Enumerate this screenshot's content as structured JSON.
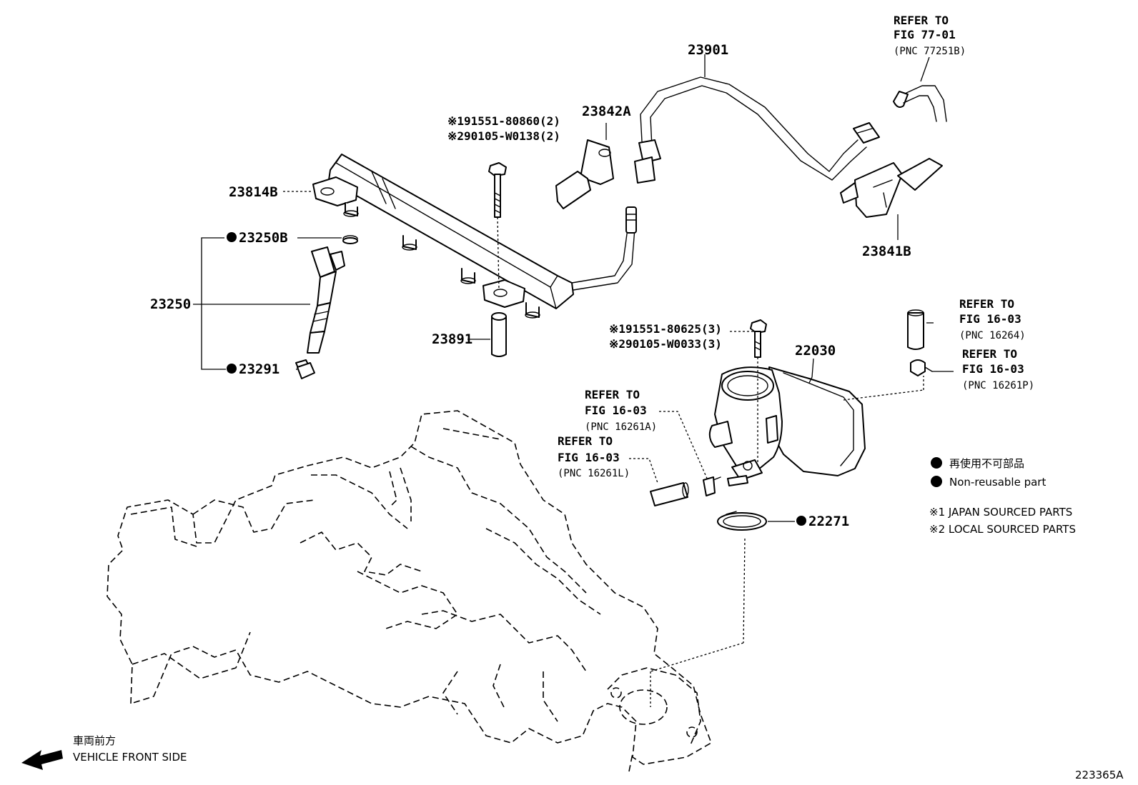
{
  "parts": {
    "p23901": "23901",
    "p23842A": "23842A",
    "p23814B": "23814B",
    "p23250B": "23250B",
    "p23250": "23250",
    "p23291": "23291",
    "p23891": "23891",
    "p23841B": "23841B",
    "p22030": "22030",
    "p22271": "22271"
  },
  "bolts": {
    "rail_bolt_1": "※191551-80860(2)",
    "rail_bolt_2": "※290105-W0138(2)",
    "throttle_bolt_1": "※191551-80625(3)",
    "throttle_bolt_2": "※290105-W0033(3)"
  },
  "references": {
    "ref_77_01": {
      "refer": "REFER TO",
      "fig": "FIG 77-01",
      "pnc": "(PNC 77251B)"
    },
    "ref_16264": {
      "refer": "REFER TO",
      "fig": "FIG 16-03",
      "pnc": "(PNC 16264)"
    },
    "ref_16261P": {
      "refer": "REFER TO",
      "fig": "FIG 16-03",
      "pnc": "(PNC 16261P)"
    },
    "ref_16261A": {
      "refer": "REFER TO",
      "fig": "FIG 16-03",
      "pnc": "(PNC 16261A)"
    },
    "ref_16261L": {
      "refer": "REFER TO",
      "fig": "FIG 16-03",
      "pnc": "(PNC 16261L)"
    }
  },
  "legend": {
    "non_reusable_jp": "再使用不可部品",
    "non_reusable_en": "Non-reusable part",
    "japan_sourced": "※1 JAPAN SOURCED PARTS",
    "local_sourced": "※2 LOCAL SOURCED PARTS"
  },
  "direction": {
    "jp": "車両前方",
    "en": "VEHICLE FRONT SIDE"
  },
  "figure_id": "223365A"
}
